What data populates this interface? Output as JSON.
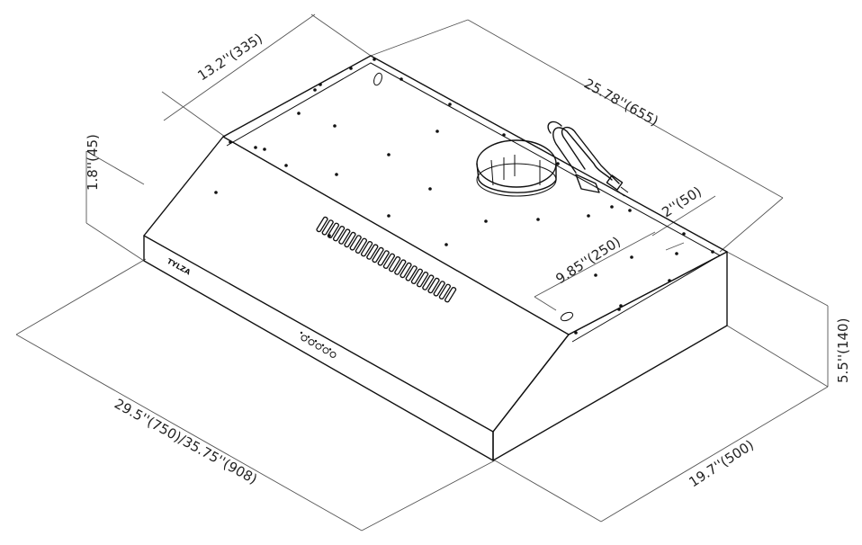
{
  "dimensions": {
    "depth_top": "13.2''(335)",
    "length_top": "25.78''(655)",
    "top_height": "1.8''(45)",
    "duct_offset": "2''(50)",
    "duct_from_back": "9.85''(250)",
    "height": "5.5''(140)",
    "width": "29.5''(750)/35.75''(908)",
    "depth": "19.7''(500)"
  },
  "brand_mark": "TYLZA"
}
